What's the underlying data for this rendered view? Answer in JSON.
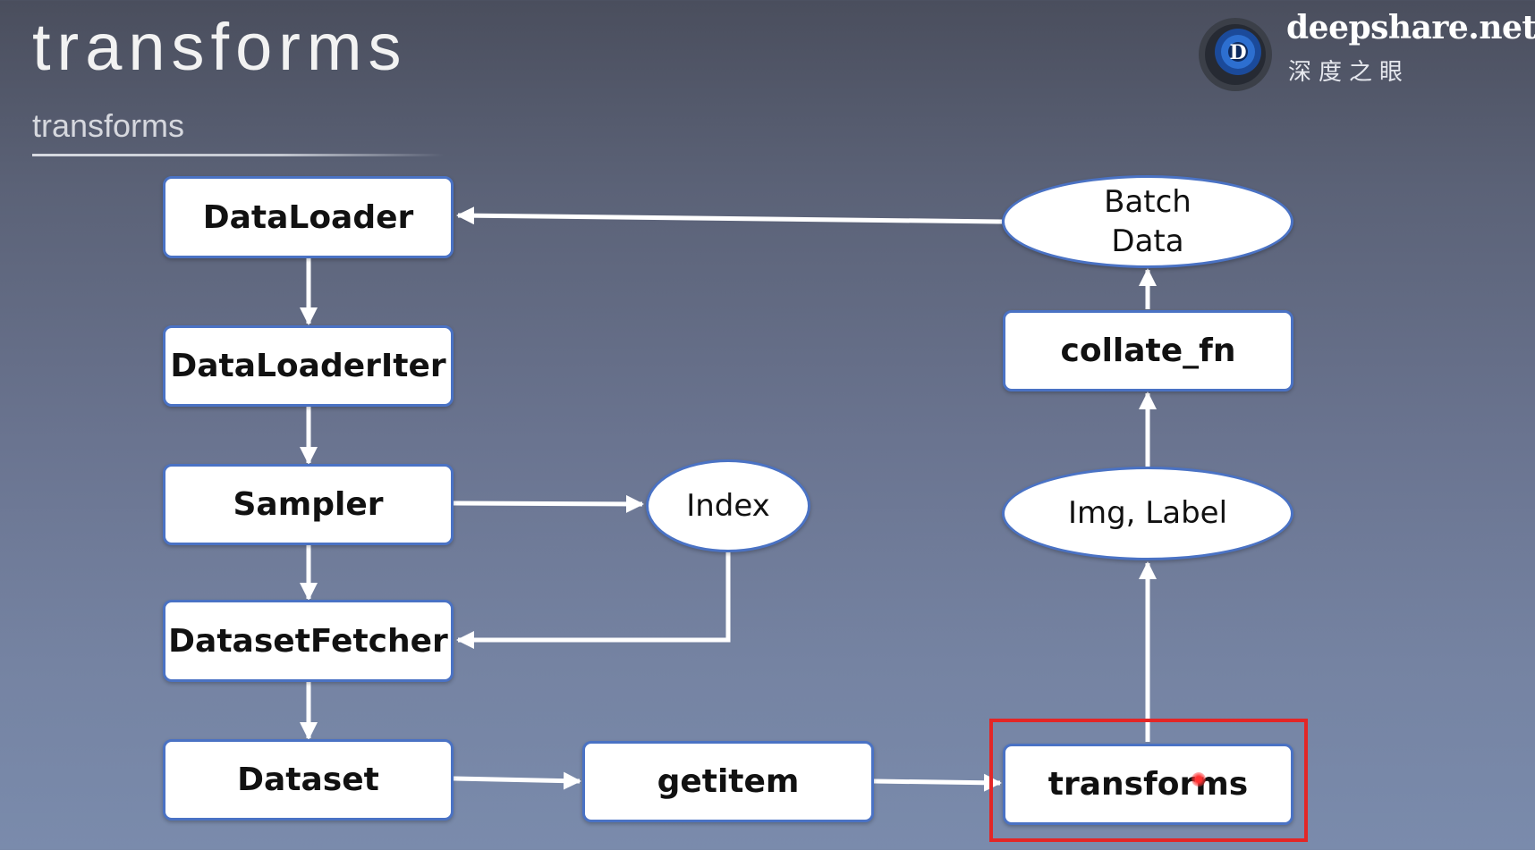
{
  "header": {
    "title": "transforms",
    "subtitle": "transforms"
  },
  "brand": {
    "name": "deepshare.net",
    "chinese_name": "深度之眼",
    "logo_letter": "D"
  },
  "nodes": {
    "dataloader": "DataLoader",
    "dataloaderiter": "DataLoaderIter",
    "sampler": "Sampler",
    "datasetfetcher": "DatasetFetcher",
    "dataset": "Dataset",
    "index": "Index",
    "getitem": "getitem",
    "transforms": "transforms",
    "img_label": "Img, Label",
    "collate_fn": "collate_fn",
    "batch_data_line1": "Batch",
    "batch_data_line2": "Data"
  },
  "edges": [
    {
      "from": "DataLoader",
      "to": "DataLoaderIter"
    },
    {
      "from": "DataLoaderIter",
      "to": "Sampler"
    },
    {
      "from": "Sampler",
      "to": "Index"
    },
    {
      "from": "Sampler",
      "to": "DatasetFetcher"
    },
    {
      "from": "Index",
      "to": "DatasetFetcher"
    },
    {
      "from": "DatasetFetcher",
      "to": "Dataset"
    },
    {
      "from": "Dataset",
      "to": "getitem"
    },
    {
      "from": "getitem",
      "to": "transforms"
    },
    {
      "from": "transforms",
      "to": "Img, Label"
    },
    {
      "from": "Img, Label",
      "to": "collate_fn"
    },
    {
      "from": "collate_fn",
      "to": "Batch Data"
    },
    {
      "from": "Batch Data",
      "to": "DataLoader"
    }
  ],
  "colors": {
    "node_border": "#4a72c4",
    "highlight": "#e32626",
    "arrow": "#ffffff"
  }
}
